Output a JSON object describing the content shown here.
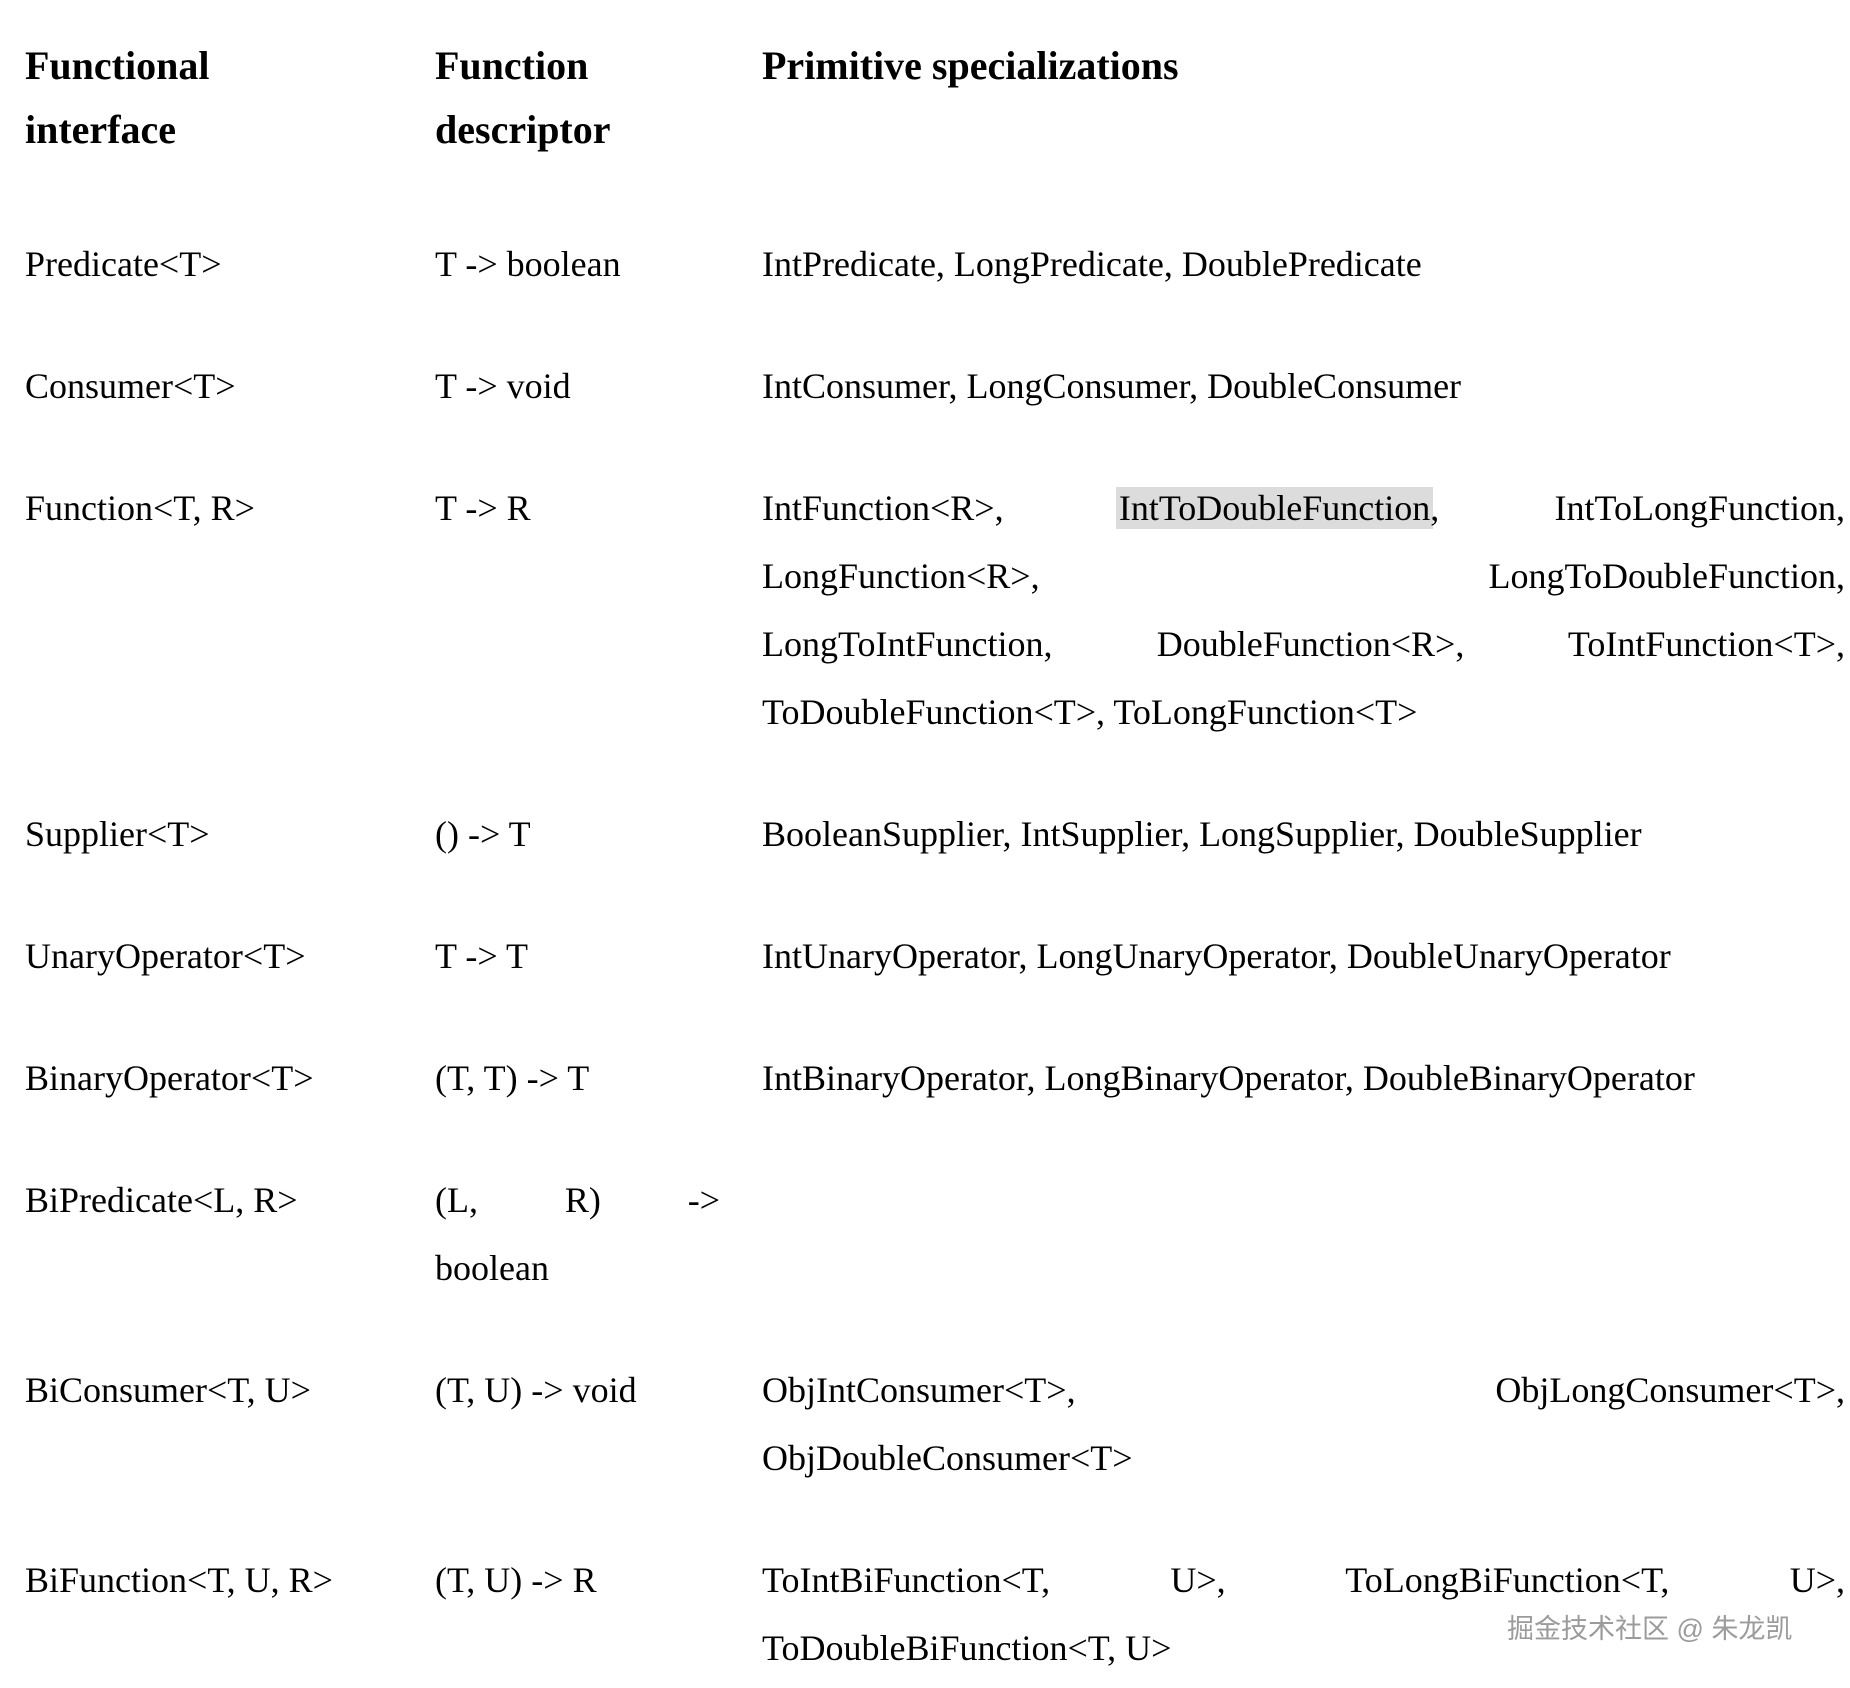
{
  "table": {
    "headers": [
      {
        "lines": [
          "Functional",
          "interface"
        ]
      },
      {
        "lines": [
          "Function",
          "descriptor"
        ]
      },
      {
        "lines": [
          "Primitive specializations"
        ]
      }
    ],
    "rows": [
      {
        "interface": "Predicate<T>",
        "descriptor_lines": [
          {
            "text": "T -> boolean",
            "justify": false
          }
        ],
        "spec_lines": [
          {
            "justify": false,
            "segments": [
              {
                "text": "IntPredicate, LongPredicate, DoublePredicate"
              }
            ]
          }
        ]
      },
      {
        "interface": "Consumer<T>",
        "descriptor_lines": [
          {
            "text": "T -> void",
            "justify": false
          }
        ],
        "spec_lines": [
          {
            "justify": false,
            "segments": [
              {
                "text": "IntConsumer, LongConsumer, DoubleConsumer"
              }
            ]
          }
        ]
      },
      {
        "interface": "Function<T, R>",
        "descriptor_lines": [
          {
            "text": "T -> R",
            "justify": false
          }
        ],
        "spec_lines": [
          {
            "justify": true,
            "segments": [
              {
                "text": "IntFunction<R>, "
              },
              {
                "text": "IntToDoubleFunction",
                "highlight": true
              },
              {
                "text": ", IntToLongFunction,"
              }
            ]
          },
          {
            "justify": true,
            "segments": [
              {
                "text": "LongFunction<R>, LongToDoubleFunction,"
              }
            ]
          },
          {
            "justify": true,
            "segments": [
              {
                "text": "LongToIntFunction, DoubleFunction<R>, ToIntFunction<T>,"
              }
            ]
          },
          {
            "justify": false,
            "segments": [
              {
                "text": "ToDoubleFunction<T>, ToLongFunction<T>"
              }
            ]
          }
        ]
      },
      {
        "interface": "Supplier<T>",
        "descriptor_lines": [
          {
            "text": "() -> T",
            "justify": false
          }
        ],
        "spec_lines": [
          {
            "justify": false,
            "segments": [
              {
                "text": "BooleanSupplier, IntSupplier, LongSupplier, DoubleSupplier"
              }
            ]
          }
        ]
      },
      {
        "interface": "UnaryOperator<T>",
        "descriptor_lines": [
          {
            "text": "T -> T",
            "justify": false
          }
        ],
        "spec_lines": [
          {
            "justify": false,
            "segments": [
              {
                "text": "IntUnaryOperator, LongUnaryOperator, DoubleUnaryOperator"
              }
            ]
          }
        ]
      },
      {
        "interface": "BinaryOperator<T>",
        "descriptor_lines": [
          {
            "text": "(T, T) -> T",
            "justify": false
          }
        ],
        "spec_lines": [
          {
            "justify": false,
            "segments": [
              {
                "text": "IntBinaryOperator, LongBinaryOperator, DoubleBinaryOperator"
              }
            ]
          }
        ]
      },
      {
        "interface": "BiPredicate<L, R>",
        "descriptor_lines": [
          {
            "text": "(L, R) ->",
            "justify": true
          },
          {
            "text": "boolean",
            "justify": false
          }
        ],
        "spec_lines": []
      },
      {
        "interface": "BiConsumer<T, U>",
        "descriptor_lines": [
          {
            "text": "(T, U) -> void",
            "justify": false
          }
        ],
        "spec_lines": [
          {
            "justify": true,
            "segments": [
              {
                "text": "ObjIntConsumer<T>, ObjLongConsumer<T>,"
              }
            ]
          },
          {
            "justify": false,
            "segments": [
              {
                "text": "ObjDoubleConsumer<T>"
              }
            ]
          }
        ]
      },
      {
        "interface": "BiFunction<T, U, R>",
        "descriptor_lines": [
          {
            "text": "(T, U) -> R",
            "justify": false
          }
        ],
        "spec_lines": [
          {
            "justify": true,
            "segments": [
              {
                "text": "ToIntBiFunction<T, U>, ToLongBiFunction<T, U>,"
              }
            ]
          },
          {
            "justify": false,
            "segments": [
              {
                "text": "ToDoubleBiFunction<T, U>"
              }
            ]
          }
        ]
      }
    ]
  },
  "watermark": {
    "text": "掘金技术社区 @ 朱龙凯"
  },
  "colors": {
    "background": "#ffffff",
    "text": "#000000",
    "highlight": "#dcdcdc",
    "watermark_gray": "#9b9b9b"
  }
}
